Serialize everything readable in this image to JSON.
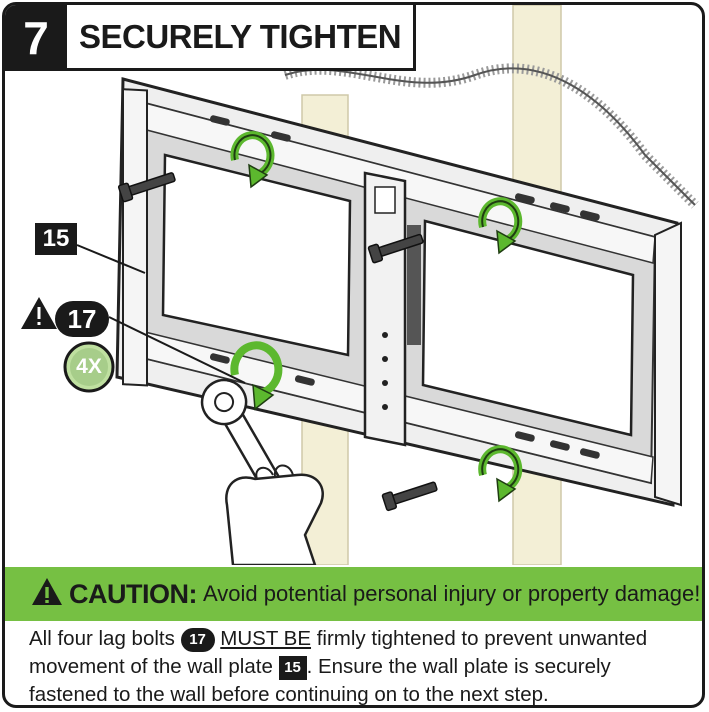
{
  "step": {
    "number": "7",
    "title": "SECURELY TIGHTEN"
  },
  "callouts": {
    "wall_plate": "15",
    "lag_bolt": "17",
    "quantity": "4X"
  },
  "caution": {
    "label": "CAUTION:",
    "message": "Avoid potential personal injury or property damage!"
  },
  "instructions": {
    "part1": "All four lag bolts",
    "bolt_ref": "17",
    "must_be": "MUST BE",
    "part2": "firmly tightened to prevent unwanted movement of the wall plate",
    "plate_ref": "15",
    "part3": ". Ensure the wall plate is securely fastened to the wall before continuing on to the next step."
  },
  "colors": {
    "caution_green": "#76c043",
    "arrow_green": "#5cb82e",
    "ink": "#1a1a1a",
    "badge_green": "#bfe0a0"
  }
}
